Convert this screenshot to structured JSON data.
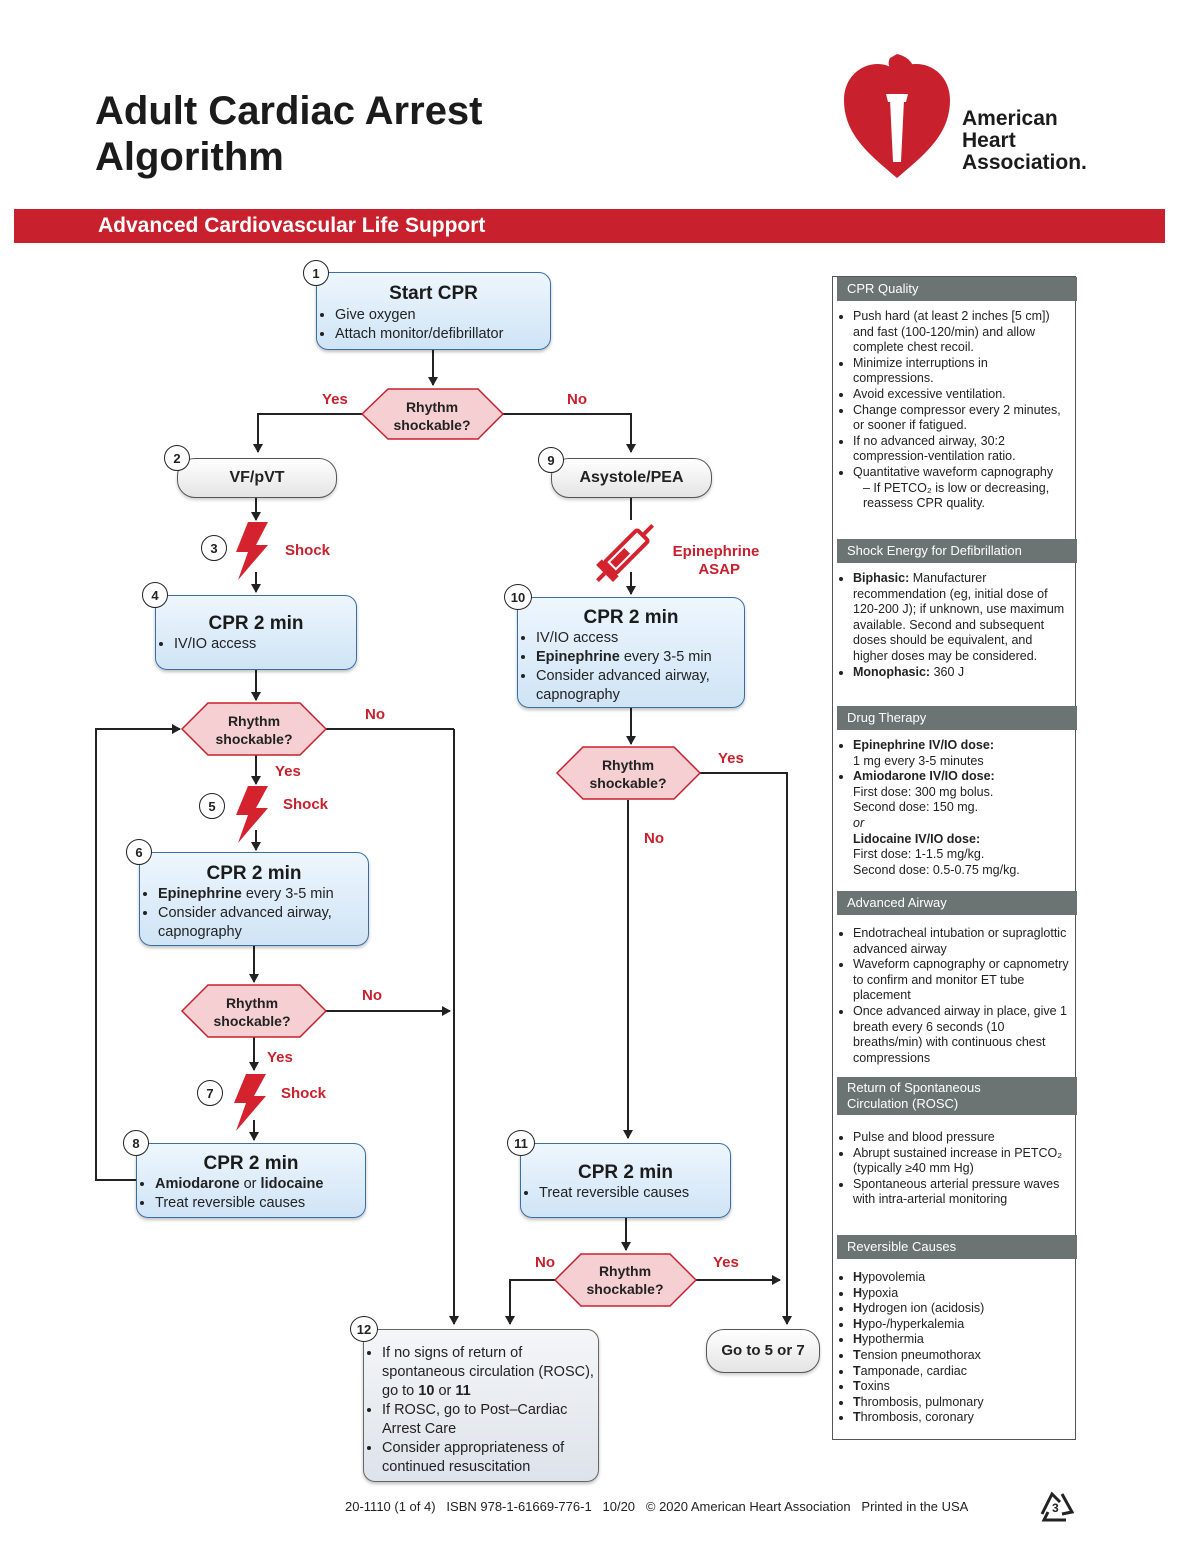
{
  "header": {
    "title_line1": "Adult Cardiac Arrest",
    "title_line2": "Algorithm",
    "org_line1": "American",
    "org_line2": "Heart",
    "org_line3": "Association.",
    "banner": "Advanced Cardiovascular Life Support"
  },
  "colors": {
    "brand_red": "#c8202c",
    "box_blue": "#cfe4f6",
    "diamond_pink": "#f6cfd3",
    "sidebar_header": "#6b7373"
  },
  "icons": [
    "heart-torch-logo-icon",
    "lightning-shock-icon",
    "syringe-icon",
    "recycle-icon"
  ],
  "flow": {
    "step1": {
      "num": "1",
      "title": "Start CPR",
      "items": [
        "Give oxygen",
        "Attach monitor/defibrillator"
      ]
    },
    "decision_top": {
      "text1": "Rhythm",
      "text2": "shockable?",
      "yes": "Yes",
      "no": "No"
    },
    "step2": {
      "num": "2",
      "title": "VF/pVT"
    },
    "step3": {
      "num": "3",
      "label": "Shock"
    },
    "step4": {
      "num": "4",
      "title": "CPR 2 min",
      "items": [
        "IV/IO access"
      ]
    },
    "decision_a": {
      "text1": "Rhythm",
      "text2": "shockable?",
      "yes": "Yes",
      "no": "No"
    },
    "step5": {
      "num": "5",
      "label": "Shock"
    },
    "step6": {
      "num": "6",
      "title": "CPR 2 min",
      "item1_bold": "Epinephrine",
      "item1_rest": " every 3-5 min",
      "item2": "Consider advanced airway, capnography"
    },
    "decision_b": {
      "text1": "Rhythm",
      "text2": "shockable?",
      "yes": "Yes",
      "no": "No"
    },
    "step7": {
      "num": "7",
      "label": "Shock"
    },
    "step8": {
      "num": "8",
      "title": "CPR 2 min",
      "item1_bold1": "Amiodarone",
      "item1_mid": " or ",
      "item1_bold2": "lidocaine",
      "item2": "Treat reversible causes"
    },
    "step9": {
      "num": "9",
      "title": "Asystole/PEA"
    },
    "epi_label1": "Epinephrine",
    "epi_label2": "ASAP",
    "step10": {
      "num": "10",
      "title": "CPR 2 min",
      "item1": "IV/IO access",
      "item2_bold": "Epinephrine",
      "item2_rest": " every 3-5 min",
      "item3": "Consider advanced airway, capnography"
    },
    "decision_c": {
      "text1": "Rhythm",
      "text2": "shockable?",
      "yes": "Yes",
      "no": "No"
    },
    "step11": {
      "num": "11",
      "title": "CPR 2 min",
      "items": [
        "Treat reversible causes"
      ]
    },
    "decision_d": {
      "text1": "Rhythm",
      "text2": "shockable?",
      "yes": "Yes",
      "no": "No"
    },
    "goto": "Go to 5 or 7",
    "step12": {
      "num": "12",
      "item1_a": "If no signs of return of spontaneous circulation (ROSC), go to ",
      "item1_b": "10",
      "item1_c": " or ",
      "item1_d": "11",
      "item2": "If ROSC, go to Post–Cardiac Arrest Care",
      "item3": "Consider appropriateness of continued resuscitation"
    }
  },
  "sidebar": {
    "cpr_quality": {
      "header": "CPR Quality",
      "items": [
        "Push hard (at least 2 inches [5 cm]) and fast (100-120/min) and allow complete chest recoil.",
        "Minimize interruptions in compressions.",
        "Avoid excessive ventilation.",
        "Change compressor every 2 minutes, or sooner if fatigued.",
        "If no advanced airway, 30:2 compression-ventilation ratio.",
        "Quantitative waveform capnography"
      ],
      "sub": "– If PETCO₂ is low or decreasing, reassess CPR quality."
    },
    "shock_energy": {
      "header": "Shock Energy for Defibrillation",
      "b1_label": "Biphasic:",
      "b1_text": " Manufacturer recommendation (eg, initial dose of 120-200 J); if unknown, use maximum available. Second and subsequent doses should be equivalent, and higher doses may be considered.",
      "b2_label": "Monophasic:",
      "b2_text": " 360 J"
    },
    "drug_therapy": {
      "header": "Drug Therapy",
      "epi_label": "Epinephrine IV/IO dose:",
      "epi_dose": "1 mg every 3-5 minutes",
      "amio_label": "Amiodarone IV/IO dose:",
      "amio_first": "First dose: 300 mg bolus.",
      "amio_second": "Second dose: 150 mg.",
      "or": "or",
      "lido_label": "Lidocaine IV/IO dose:",
      "lido_first": "First dose: 1-1.5 mg/kg.",
      "lido_second": "Second dose: 0.5-0.75 mg/kg."
    },
    "advanced_airway": {
      "header": "Advanced Airway",
      "items": [
        "Endotracheal intubation or supraglottic advanced airway",
        "Waveform capnography or capnometry to confirm and monitor ET tube placement",
        "Once advanced airway in place, give 1 breath every 6 seconds (10 breaths/min) with continuous chest compressions"
      ]
    },
    "rosc": {
      "header1": "Return of Spontaneous",
      "header2": "Circulation (ROSC)",
      "items": [
        "Pulse and blood pressure",
        "Abrupt sustained increase in PETCO₂ (typically ≥40 mm Hg)",
        "Spontaneous arterial pressure waves with intra-arterial monitoring"
      ]
    },
    "reversible": {
      "header": "Reversible Causes",
      "bold_letters": [
        "H",
        "H",
        "H",
        "H",
        "H",
        "T",
        "T",
        "T",
        "T",
        "T"
      ],
      "rests": [
        "ypovolemia",
        "ypoxia",
        "ydrogen ion (acidosis)",
        "ypo-/hyperkalemia",
        "ypothermia",
        "ension pneumothorax",
        "amponade, cardiac",
        "oxins",
        "hrombosis, pulmonary",
        "hrombosis, coronary"
      ]
    }
  },
  "footer": "20-1110 (1 of 4)   ISBN 978-1-61669-776-1   10/20   © 2020 American Heart Association   Printed in the USA"
}
